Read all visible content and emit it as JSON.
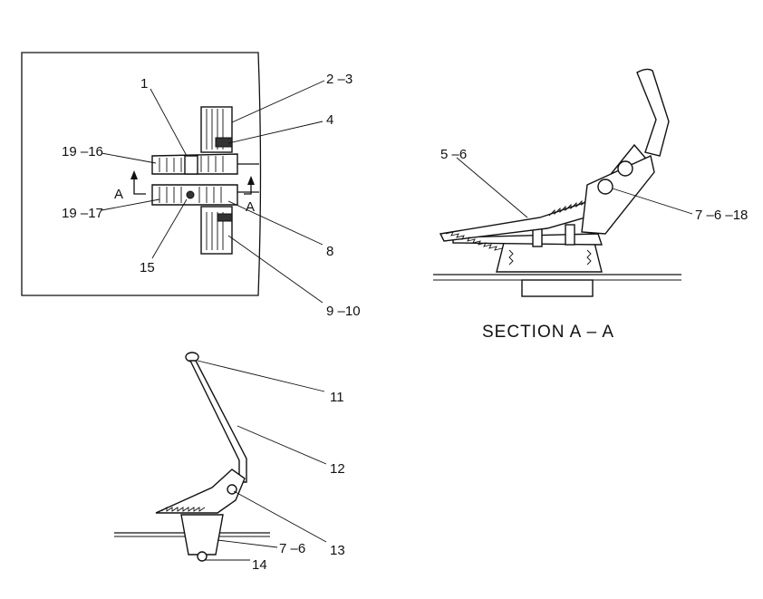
{
  "top_view": {
    "callouts": {
      "c1": "1",
      "c2_3": "2 –3",
      "c4": "4",
      "c19_16": "19 –16",
      "c19_17": "19 –17",
      "c15": "15",
      "c8": "8",
      "c9_10": "9 –10"
    },
    "section_markers": {
      "left": "A",
      "right": "A"
    }
  },
  "section_view": {
    "callouts": {
      "c5_6": "5 –6",
      "c7_6_18": "7 –6 –18"
    },
    "caption": "SECTION  A – A"
  },
  "side_view": {
    "callouts": {
      "c11": "11",
      "c12": "12",
      "c13": "13",
      "c14": "14",
      "c7_6": "7 –6"
    }
  }
}
